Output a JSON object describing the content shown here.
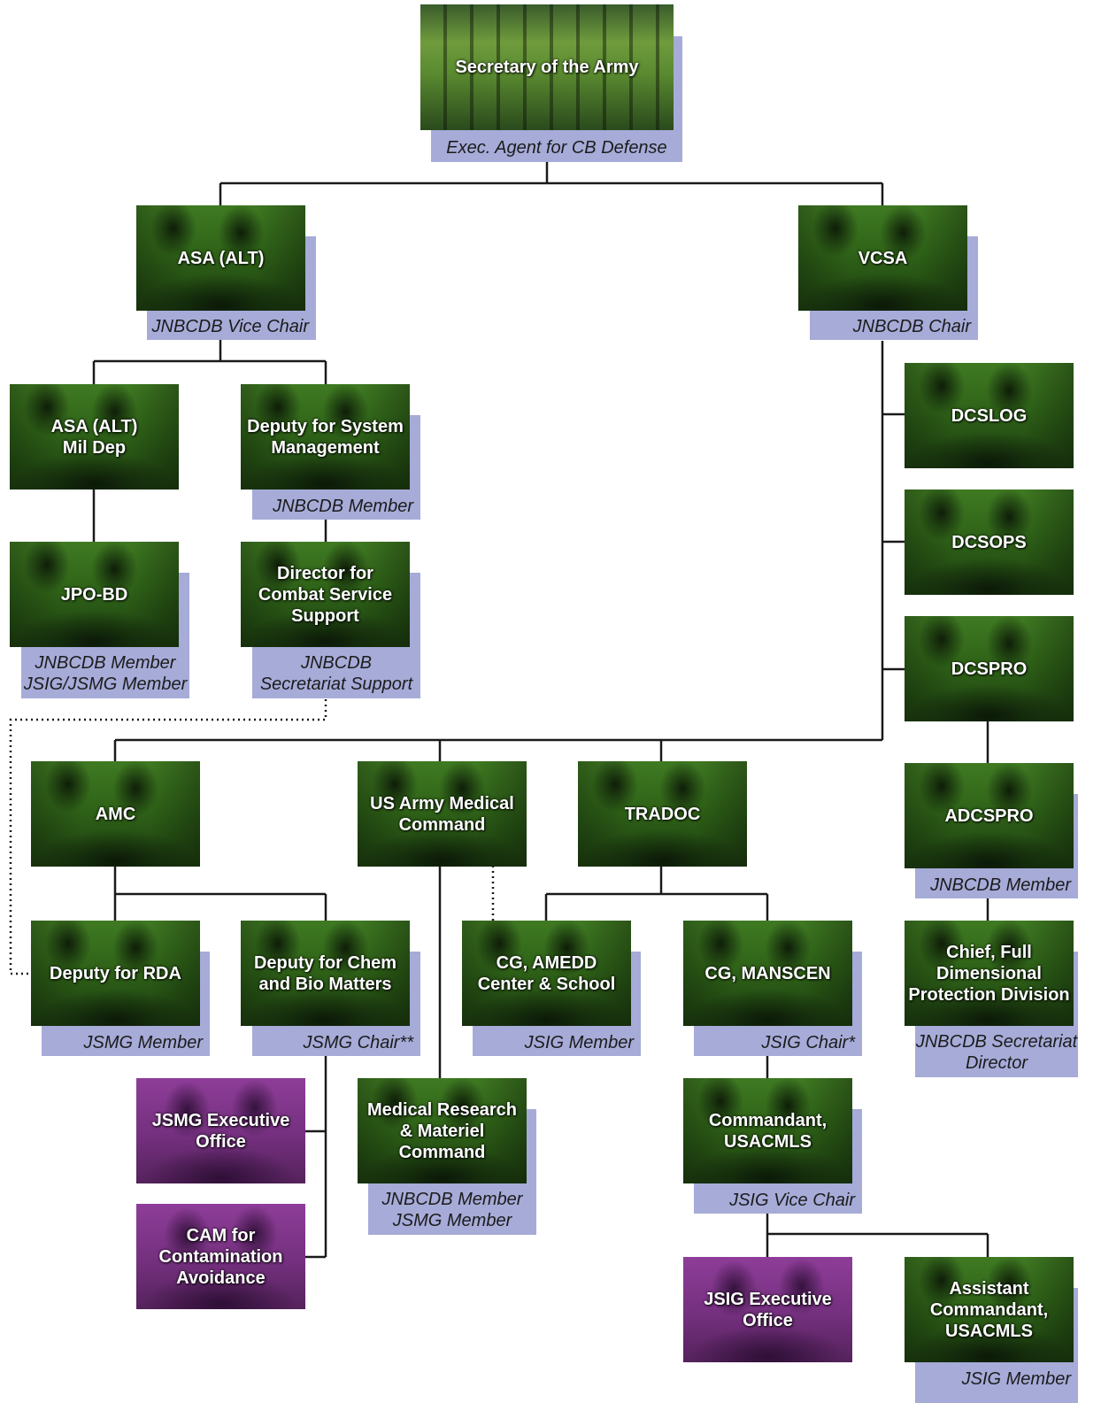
{
  "colors": {
    "caption_bg": "#a6abd8",
    "green_box": "#2f6318",
    "purple_box": "#74307e",
    "line": "#1a1a1a"
  },
  "nodes": {
    "secretary": {
      "title": "Secretary of the Army",
      "caption": "Exec. Agent for CB Defense"
    },
    "asa_alt": {
      "title": "ASA (ALT)",
      "caption": "JNBCDB Vice Chair"
    },
    "vcsa": {
      "title": "VCSA",
      "caption": "JNBCDB Chair"
    },
    "asa_mil_dep": {
      "title": "ASA (ALT)\nMil Dep"
    },
    "deputy_system": {
      "title": "Deputy for System\nManagement",
      "caption": "JNBCDB Member"
    },
    "jpo_bd": {
      "title": "JPO-BD",
      "caption": "JNBCDB Member\nJSIG/JSMG Member"
    },
    "director_css": {
      "title": "Director for\nCombat Service\nSupport",
      "caption": "JNBCDB\nSecretariat Support"
    },
    "dcslog": {
      "title": "DCSLOG"
    },
    "dcsops": {
      "title": "DCSOPS"
    },
    "dcspro": {
      "title": "DCSPRO"
    },
    "amc": {
      "title": "AMC"
    },
    "medcom": {
      "title": "US Army Medical\nCommand"
    },
    "tradoc": {
      "title": "TRADOC"
    },
    "adcspro": {
      "title": "ADCSPRO",
      "caption": "JNBCDB Member"
    },
    "deputy_rda": {
      "title": "Deputy for RDA",
      "caption": "JSMG Member"
    },
    "deputy_chem": {
      "title": "Deputy for Chem\nand Bio Matters",
      "caption": "JSMG Chair**"
    },
    "cg_amedd": {
      "title": "CG, AMEDD\nCenter & School",
      "caption": "JSIG Member"
    },
    "cg_manscen": {
      "title": "CG, MANSCEN",
      "caption": "JSIG Chair*"
    },
    "chief_fdp": {
      "title": "Chief, Full\nDimensional\nProtection Division",
      "caption": "JNBCDB Secretariat\nDirector"
    },
    "jsmg_exec": {
      "title": "JSMG Executive\nOffice"
    },
    "medical_research": {
      "title": "Medical Research\n& Materiel\nCommand",
      "caption": "JNBCDB Member\nJSMG Member"
    },
    "commandant": {
      "title": "Commandant,\nUSACMLS",
      "caption": "JSIG Vice Chair"
    },
    "cam": {
      "title": "CAM for\nContamination\nAvoidance"
    },
    "jsig_exec": {
      "title": "JSIG Executive\nOffice"
    },
    "asst_commandant": {
      "title": "Assistant\nCommandant,\nUSACMLS",
      "caption": "JSIG Member"
    }
  }
}
